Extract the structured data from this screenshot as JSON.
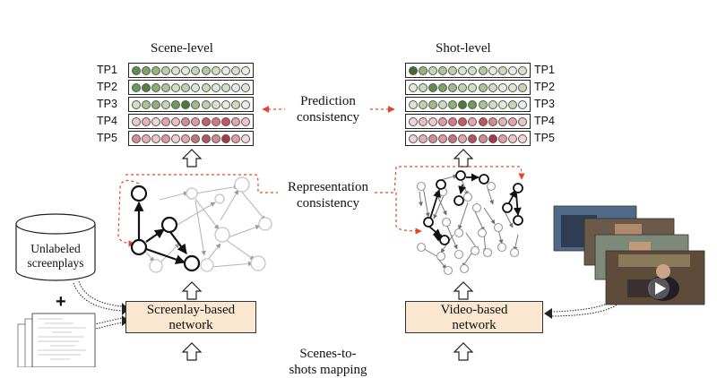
{
  "scene_panel": {
    "title": "Scene-level",
    "rows": [
      {
        "label": "TP1",
        "colors": [
          "#5e8f4a",
          "#7aa562",
          "#8fb878",
          "#b9d2a8",
          "#d6e6cb",
          "#e2edd9",
          "#c3d9b3",
          "#aecb9a",
          "#cfe1c2",
          "#e6efdf",
          "#d3e4c7",
          "#eaf2e3"
        ]
      },
      {
        "label": "TP2",
        "colors": [
          "#6b9a55",
          "#4f8240",
          "#88b06f",
          "#a9c795",
          "#cde0bf",
          "#bcd5ab",
          "#dbe9d0",
          "#c7dcb8",
          "#e1ecd7",
          "#d2e3c4",
          "#e8f1e1",
          "#dde9d2"
        ]
      },
      {
        "label": "TP3",
        "colors": [
          "#cfe0c2",
          "#a8c593",
          "#8cb374",
          "#c2d8b2",
          "#6f9c58",
          "#4a7c3a",
          "#9dbd87",
          "#bcd3aa",
          "#d7e6cc",
          "#e4eedb",
          "#c9ddba",
          "#e9f1e2"
        ]
      },
      {
        "label": "TP4",
        "colors": [
          "#f2c9cb",
          "#eab3b6",
          "#f5d6d7",
          "#e7a5a9",
          "#eebfc1",
          "#d98a8f",
          "#e09aa0",
          "#c95c64",
          "#d67b81",
          "#c8545c",
          "#e6a6aa",
          "#f0c3c5"
        ]
      },
      {
        "label": "TP5",
        "colors": [
          "#d98e94",
          "#e8b0b4",
          "#f0c6c8",
          "#dc9aa0",
          "#f2d0d2",
          "#e4a7ab",
          "#c7737b",
          "#b8525b",
          "#d48b91",
          "#a83a45",
          "#e0a0a5",
          "#f5d8d9"
        ]
      }
    ]
  },
  "shot_panel": {
    "title": "Shot-level",
    "rows": [
      {
        "label": "TP1",
        "colors": [
          "#3f6e30",
          "#8fb878",
          "#c3d9b3",
          "#a9c795",
          "#b9d2a8",
          "#d6e6cb",
          "#cfe1c2",
          "#aecb9a",
          "#e2edd9",
          "#c7dcb8",
          "#e6efdf",
          "#d3e4c7"
        ]
      },
      {
        "label": "TP2",
        "colors": [
          "#e1ecd7",
          "#c7dcb8",
          "#5e8f4a",
          "#7aa562",
          "#9dbd87",
          "#bcd5ab",
          "#d2e3c4",
          "#a9c795",
          "#cde0bf",
          "#e8f1e1",
          "#dbe9d0",
          "#c2d8b2"
        ]
      },
      {
        "label": "TP3",
        "colors": [
          "#d7e6cc",
          "#bcd3aa",
          "#9dbd87",
          "#c9ddba",
          "#8cb374",
          "#4a7c3a",
          "#6f9c58",
          "#a8c593",
          "#cfe0c2",
          "#e4eedb",
          "#c2d8b2",
          "#e9f1e2"
        ]
      },
      {
        "label": "TP4",
        "colors": [
          "#f5d6d7",
          "#eebfc1",
          "#f2c9cb",
          "#e09aa0",
          "#d67b81",
          "#c95c64",
          "#e6a6aa",
          "#c8545c",
          "#d98a8f",
          "#eab3b6",
          "#e7a5a9",
          "#f0c3c5"
        ]
      },
      {
        "label": "TP5",
        "colors": [
          "#f2d0d2",
          "#e8b0b4",
          "#d98e94",
          "#dc9aa0",
          "#c7737b",
          "#e4a7ab",
          "#b8525b",
          "#d48b91",
          "#a83a45",
          "#e0a0a5",
          "#f0c6c8",
          "#f5d8d9"
        ]
      }
    ]
  },
  "prediction_consistency": "Prediction\nconsistency",
  "representation_consistency": "Representation\nconsistency",
  "screenplay_network": "Screenlay-based\nnetwork",
  "video_network": "Video-based\nnetwork",
  "unlabeled": "Unlabeled\nscreenplays",
  "plus": "+",
  "scenes_to_shots": "Scenes-to-\nshots mapping",
  "colors": {
    "dashed_red": "#e0482e",
    "net_fill": "#fbe7cf",
    "graph_gray": "#b8b8b8"
  }
}
